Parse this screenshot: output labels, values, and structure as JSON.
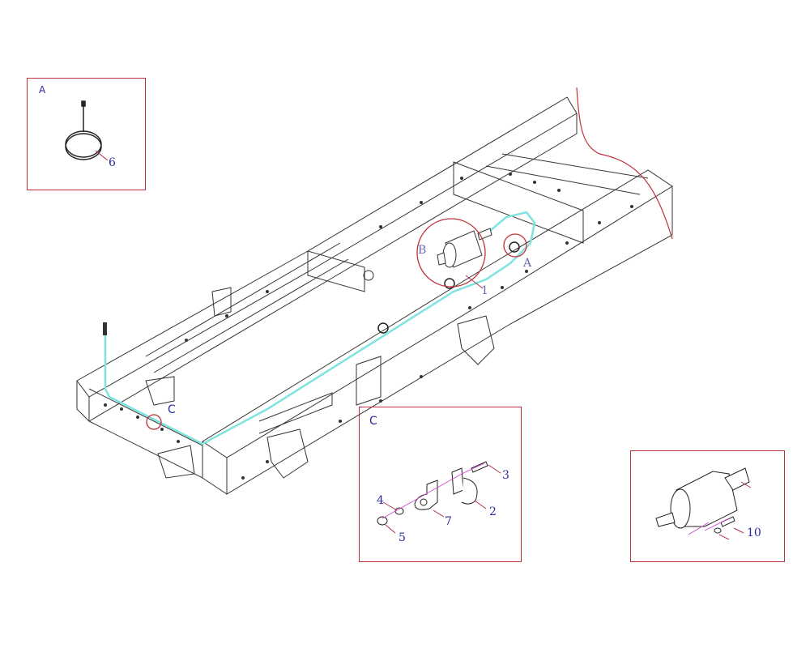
{
  "diagram": {
    "colors": {
      "frame_line": "#333333",
      "pipe": "#7fe3e0",
      "callout_box": "#c0303a",
      "label": "#2a2aa0",
      "leader": "#b03050",
      "center_line": "#d040d0"
    },
    "main_labels": {
      "B": "B",
      "A": "A",
      "one": "1",
      "C": "C"
    },
    "detail_a": {
      "title": "A",
      "part_6": "6"
    },
    "detail_c": {
      "title": "C",
      "part_2": "2",
      "part_3": "3",
      "part_4": "4",
      "part_5": "5",
      "part_7": "7"
    },
    "detail_chamber": {
      "part_10": "10"
    }
  }
}
